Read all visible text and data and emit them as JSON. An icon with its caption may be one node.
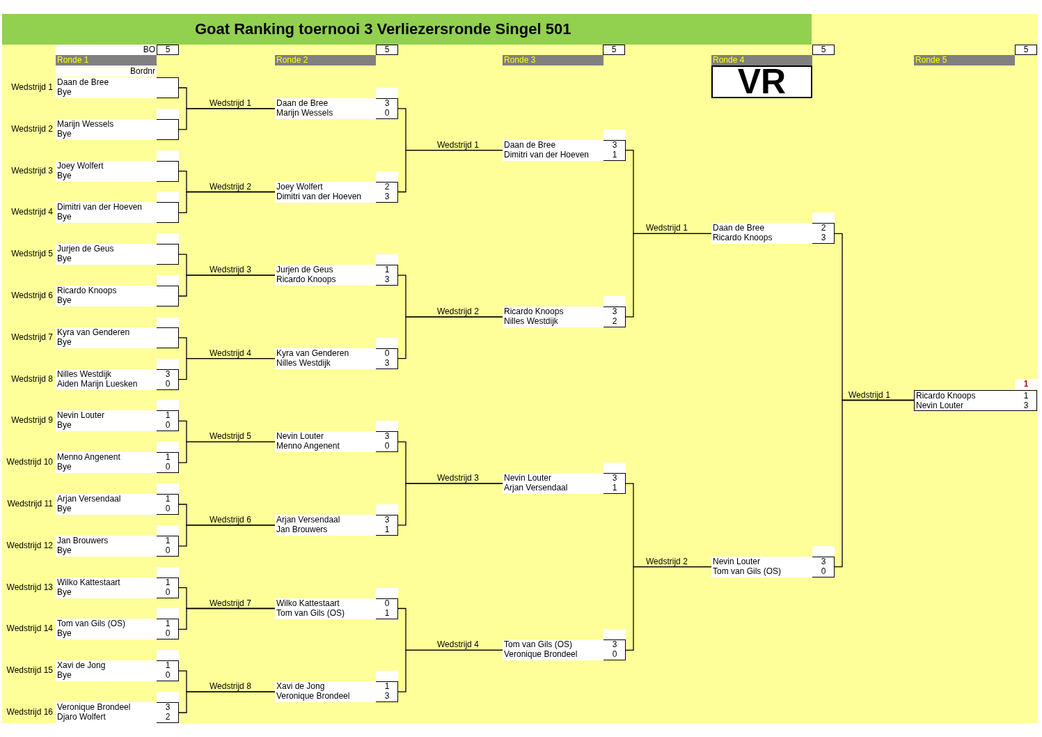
{
  "diagram": {
    "title": "Goat Ranking toernooi 3 Verliezersronde Singel 501",
    "nodes": [
      {
        "text": [
          "Daan de Bree",
          "Bye"
        ],
        "beside": [
          "Wedstrijd 1"
        ]
      },
      {
        "text": [
          "Marijn Wessels",
          "Bye"
        ],
        "beside": [
          "Wedstrijd 2"
        ]
      },
      {
        "text": [
          "Joey Wolfert",
          "Bye"
        ],
        "beside": [
          "Wedstrijd 3"
        ]
      },
      {
        "text": [
          "Dimitri van der Hoeven",
          "Bye"
        ],
        "beside": [
          "Wedstrijd 4"
        ]
      },
      {
        "text": [
          "Jurjen de Geus",
          "Bye"
        ],
        "beside": [
          "Wedstrijd 5"
        ]
      },
      {
        "text": [
          "Ricardo Knoops",
          "Bye"
        ],
        "beside": [
          "Wedstrijd 6"
        ]
      },
      {
        "text": [
          "Kyra van Genderen",
          "Bye"
        ],
        "beside": [
          "Wedstrijd 7"
        ]
      },
      {
        "text": [
          "Nilles Westdijk",
          "Aiden Marijn Luesken",
          "3",
          "0"
        ],
        "beside": [
          "Wedstrijd 8"
        ]
      },
      {
        "text": [
          "Nevin Louter",
          "Bye",
          "1",
          "0"
        ],
        "beside": [
          "Wedstrijd 9"
        ]
      },
      {
        "text": [
          "Menno Angenent",
          "Bye",
          "1",
          "0"
        ],
        "beside": [
          "Wedstrijd 10"
        ]
      },
      {
        "text": [
          "Arjan Versendaal",
          "Bye",
          "1",
          "0"
        ],
        "beside": [
          "Wedstrijd 11"
        ]
      },
      {
        "text": [
          "Jan Brouwers",
          "Bye",
          "1",
          "0"
        ],
        "beside": [
          "Wedstrijd 12"
        ]
      },
      {
        "text": [
          "Wilko Kattestaart",
          "Bye",
          "1",
          "0"
        ],
        "beside": [
          "Wedstrijd 13"
        ]
      },
      {
        "text": [
          "Tom van Gils (OS)",
          "Bye",
          "1",
          "0"
        ],
        "beside": [
          "Wedstrijd 14"
        ]
      },
      {
        "text": [
          "Xavi de Jong",
          "Bye",
          "1",
          "0"
        ],
        "beside": [
          "Wedstrijd 15"
        ]
      },
      {
        "text": [
          "Veronique Brondeel",
          "Djaro Wolfert",
          "3",
          "2"
        ],
        "beside": [
          "Wedstrijd 16"
        ]
      },
      {
        "text": [
          "Daan de Bree",
          "Marijn Wessels",
          "3",
          "0"
        ],
        "beside": [
          "Wedstrijd 1"
        ]
      },
      {
        "text": [
          "Joey Wolfert",
          "Dimitri van der Hoeven",
          "2",
          "3"
        ],
        "beside": [
          "Wedstrijd 2"
        ]
      },
      {
        "text": [
          "Jurjen de Geus",
          "Ricardo Knoops",
          "1",
          "3"
        ],
        "beside": [
          "Wedstrijd 3"
        ]
      },
      {
        "text": [
          "Kyra van Genderen",
          "Nilles Westdijk",
          "0",
          "3"
        ],
        "beside": [
          "Wedstrijd 4"
        ]
      },
      {
        "text": [
          "Nevin Louter",
          "Menno Angenent",
          "3",
          "0"
        ],
        "beside": [
          "Wedstrijd 5"
        ]
      },
      {
        "text": [
          "Arjan Versendaal",
          "Jan Brouwers",
          "3",
          "1"
        ],
        "beside": [
          "Wedstrijd 6"
        ]
      },
      {
        "text": [
          "Wilko Kattestaart",
          "Tom van Gils (OS)",
          "0",
          "1"
        ],
        "beside": [
          "Wedstrijd 7"
        ]
      },
      {
        "text": [
          "Xavi de Jong",
          "Veronique Brondeel",
          "1",
          "3"
        ],
        "beside": [
          "Wedstrijd 8"
        ]
      },
      {
        "text": [
          "Daan de Bree",
          "Dimitri van der Hoeven",
          "3",
          "1"
        ],
        "beside": [
          "Wedstrijd 1"
        ]
      },
      {
        "text": [
          "Ricardo Knoops",
          "Nilles Westdijk",
          "3",
          "2"
        ],
        "beside": [
          "Wedstrijd 2"
        ]
      },
      {
        "text": [
          "Nevin Louter",
          "Arjan Versendaal",
          "3",
          "1"
        ],
        "beside": [
          "Wedstrijd 3"
        ]
      },
      {
        "text": [
          "Tom van Gils (OS)",
          "Veronique Brondeel",
          "3",
          "0"
        ],
        "beside": [
          "Wedstrijd 4"
        ]
      },
      {
        "text": [
          "Daan de Bree",
          "Ricardo Knoops",
          "2",
          "3"
        ],
        "beside": [
          "Wedstrijd 1"
        ]
      },
      {
        "text": [
          "Nevin Louter",
          "Tom van Gils (OS)",
          "3",
          "0"
        ],
        "beside": [
          "Wedstrijd 2"
        ]
      },
      {
        "text": [
          "Ricardo Knoops",
          "Nevin Louter",
          "1",
          "3"
        ],
        "beside": [
          "Wedstrijd 1"
        ]
      },
      {
        "text": [
          "VR"
        ]
      }
    ],
    "edges": [
      {
        "from": 0,
        "to": 16,
        "arrow": "none"
      },
      {
        "from": 1,
        "to": 16,
        "arrow": "none"
      },
      {
        "from": 2,
        "to": 17,
        "arrow": "none"
      },
      {
        "from": 3,
        "to": 17,
        "arrow": "none"
      },
      {
        "from": 4,
        "to": 18,
        "arrow": "none"
      },
      {
        "from": 5,
        "to": 18,
        "arrow": "none"
      },
      {
        "from": 6,
        "to": 19,
        "arrow": "none"
      },
      {
        "from": 7,
        "to": 19,
        "arrow": "none"
      },
      {
        "from": 8,
        "to": 20,
        "arrow": "none"
      },
      {
        "from": 9,
        "to": 20,
        "arrow": "none"
      },
      {
        "from": 10,
        "to": 21,
        "arrow": "none"
      },
      {
        "from": 11,
        "to": 21,
        "arrow": "none"
      },
      {
        "from": 12,
        "to": 22,
        "arrow": "none"
      },
      {
        "from": 13,
        "to": 22,
        "arrow": "none"
      },
      {
        "from": 14,
        "to": 23,
        "arrow": "none"
      },
      {
        "from": 15,
        "to": 23,
        "arrow": "none"
      },
      {
        "from": 16,
        "to": 24,
        "arrow": "none"
      },
      {
        "from": 17,
        "to": 24,
        "arrow": "none"
      },
      {
        "from": 18,
        "to": 25,
        "arrow": "none"
      },
      {
        "from": 19,
        "to": 25,
        "arrow": "none"
      },
      {
        "from": 20,
        "to": 26,
        "arrow": "none"
      },
      {
        "from": 21,
        "to": 26,
        "arrow": "none"
      },
      {
        "from": 22,
        "to": 27,
        "arrow": "none"
      },
      {
        "from": 23,
        "to": 27,
        "arrow": "none"
      },
      {
        "from": 24,
        "to": 28,
        "arrow": "none"
      },
      {
        "from": 25,
        "to": 28,
        "arrow": "none"
      },
      {
        "from": 26,
        "to": 29,
        "arrow": "none"
      },
      {
        "from": 27,
        "to": 29,
        "arrow": "none"
      },
      {
        "from": 28,
        "to": 30,
        "arrow": "none"
      },
      {
        "from": 29,
        "to": 30,
        "arrow": "none"
      }
    ],
    "labels": [
      "BO",
      "5",
      "Ronde 1",
      "Bordnr",
      "5",
      "Ronde 2",
      "5",
      "Ronde 3",
      "5",
      "Ronde 4",
      "5",
      "Ronde 5",
      "1"
    ]
  }
}
